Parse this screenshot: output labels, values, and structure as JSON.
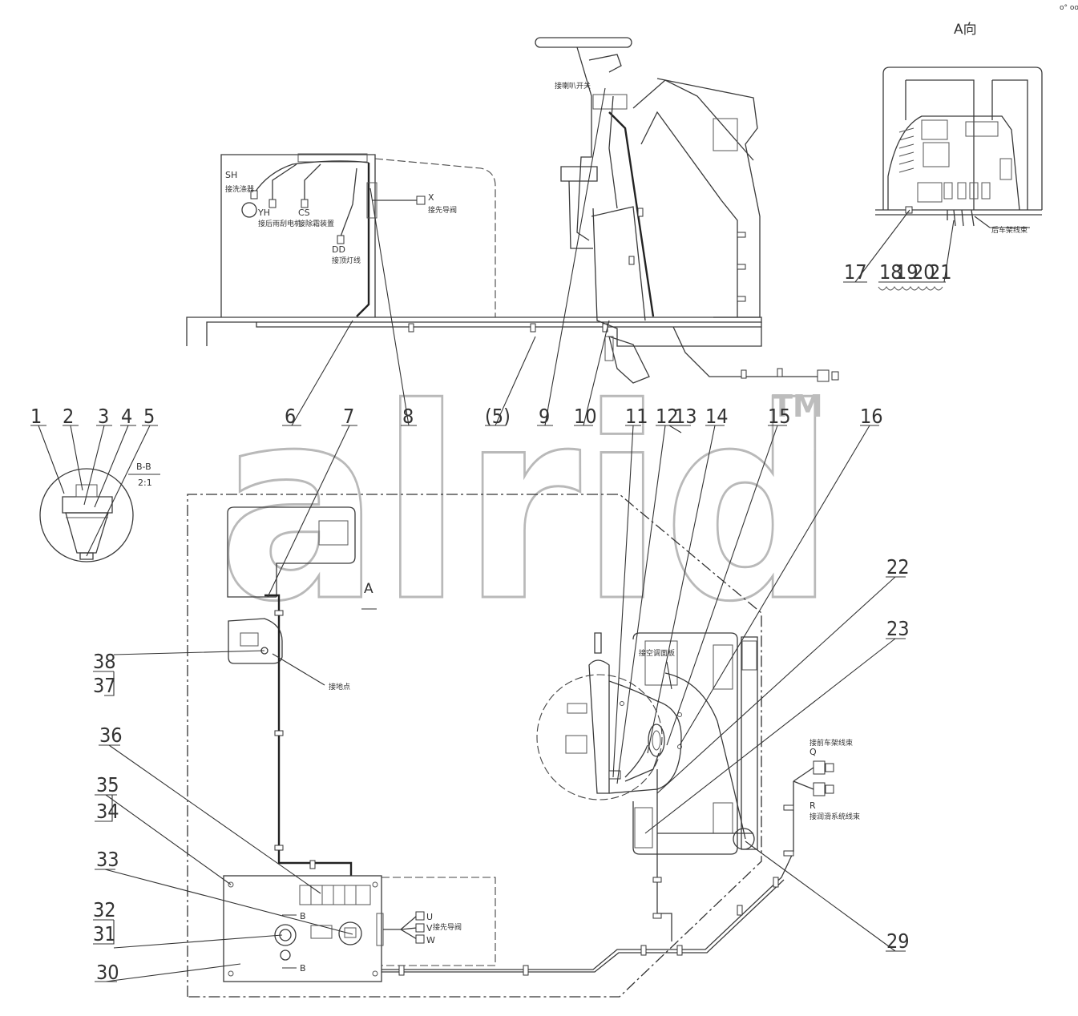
{
  "corner_text": "o° ooo",
  "watermark": {
    "text": "alrid",
    "tm": "TM"
  },
  "view_a": {
    "title": "A向",
    "harness_label": "后车架线束"
  },
  "section_bb": {
    "title": "B-B",
    "scale": "2:1"
  },
  "top_view": {
    "sh": {
      "code": "SH",
      "label": "接洗涤器"
    },
    "yh": {
      "code": "YH",
      "label": "接后雨刮电机"
    },
    "cs": {
      "code": "CS",
      "label": "接除霜装置"
    },
    "dd": {
      "code": "DD",
      "label": "接顶灯线"
    },
    "x": {
      "code": "X",
      "label": "接先导阀"
    },
    "horn": "接喇叭开关"
  },
  "bottom_view": {
    "view_mark": "A",
    "ground": "接地点",
    "ac_panel": "接空调面板",
    "q": {
      "code": "Q",
      "label": "接前车架线束"
    },
    "r": {
      "code": "R",
      "label": "接润滑系统线束"
    },
    "u": "U",
    "v": "V",
    "w": "W",
    "uvw_label": "接先导阀",
    "b_top": "B",
    "b_bottom": "B"
  },
  "callouts": {
    "c1": "1",
    "c2": "2",
    "c3": "3",
    "c4": "4",
    "c5": "5",
    "c6": "6",
    "c7": "7",
    "c8": "8",
    "c5p": "(5)",
    "c9": "9",
    "c10": "10",
    "c11": "11",
    "c12": "12",
    "c13": "13",
    "c14": "14",
    "c15": "15",
    "c16": "16",
    "c17": "17",
    "c18": "18",
    "c19": "19",
    "c20": "20",
    "c21": "21",
    "c22": "22",
    "c23": "23",
    "c29": "29",
    "c30": "30",
    "c31": "31",
    "c32": "32",
    "c33": "33",
    "c34": "34",
    "c35": "35",
    "c36": "36",
    "c37": "37",
    "c38": "38"
  }
}
